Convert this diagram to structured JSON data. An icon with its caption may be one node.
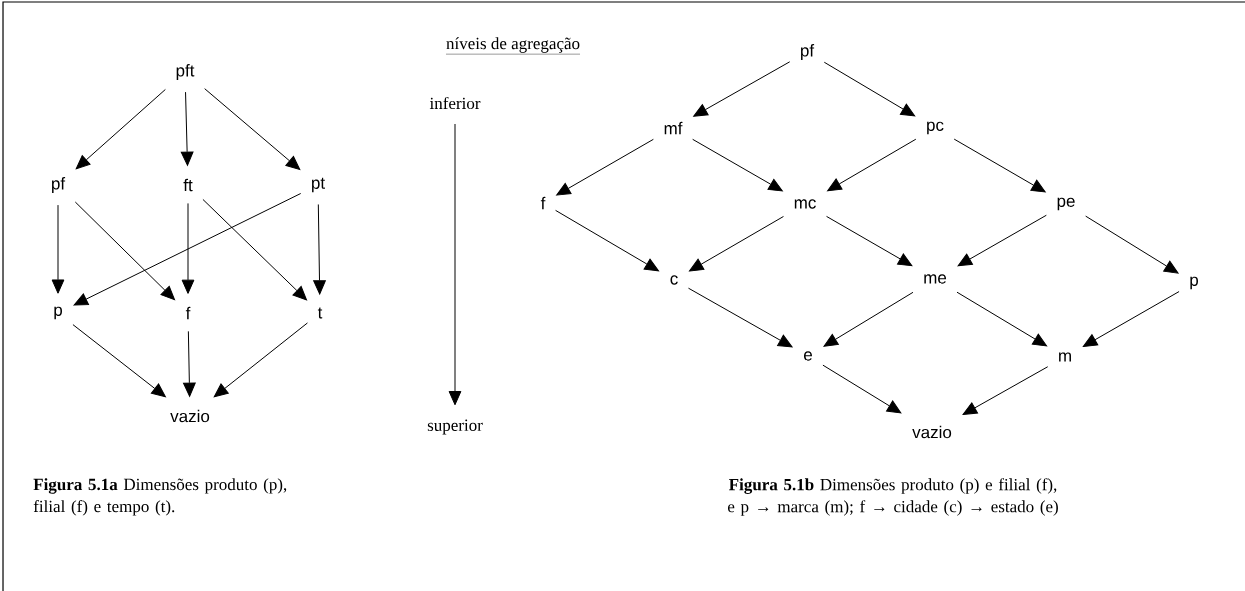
{
  "diagram": {
    "nodes": [
      {
        "text": [
          "pft"
        ]
      },
      {
        "text": [
          "pf"
        ]
      },
      {
        "text": [
          "ft"
        ]
      },
      {
        "text": [
          "pt"
        ]
      },
      {
        "text": [
          "p"
        ]
      },
      {
        "text": [
          "f"
        ]
      },
      {
        "text": [
          "t"
        ]
      },
      {
        "text": [
          "vazio"
        ]
      },
      {
        "text": [
          "pf"
        ]
      },
      {
        "text": [
          "mf"
        ]
      },
      {
        "text": [
          "pc"
        ]
      },
      {
        "text": [
          "f"
        ]
      },
      {
        "text": [
          "mc"
        ]
      },
      {
        "text": [
          "pe"
        ]
      },
      {
        "text": [
          "c"
        ]
      },
      {
        "text": [
          "me"
        ]
      },
      {
        "text": [
          "p"
        ]
      },
      {
        "text": [
          "e"
        ]
      },
      {
        "text": [
          "m"
        ]
      },
      {
        "text": [
          "vazio"
        ]
      }
    ],
    "edges": [
      {
        "from": 0,
        "to": 1,
        "arrow": "to"
      },
      {
        "from": 0,
        "to": 2,
        "arrow": "to"
      },
      {
        "from": 0,
        "to": 3,
        "arrow": "to"
      },
      {
        "from": 1,
        "to": 4,
        "arrow": "to"
      },
      {
        "from": 1,
        "to": 5,
        "arrow": "to"
      },
      {
        "from": 2,
        "to": 5,
        "arrow": "to"
      },
      {
        "from": 2,
        "to": 6,
        "arrow": "to"
      },
      {
        "from": 3,
        "to": 6,
        "arrow": "to"
      },
      {
        "from": 3,
        "to": 4,
        "arrow": "to"
      },
      {
        "from": 4,
        "to": 7,
        "arrow": "to"
      },
      {
        "from": 5,
        "to": 7,
        "arrow": "to"
      },
      {
        "from": 6,
        "to": 7,
        "arrow": "to"
      },
      {
        "from": 8,
        "to": 9,
        "arrow": "to"
      },
      {
        "from": 8,
        "to": 10,
        "arrow": "to"
      },
      {
        "from": 9,
        "to": 11,
        "arrow": "to"
      },
      {
        "from": 9,
        "to": 12,
        "arrow": "to"
      },
      {
        "from": 10,
        "to": 12,
        "arrow": "to"
      },
      {
        "from": 10,
        "to": 13,
        "arrow": "to"
      },
      {
        "from": 11,
        "to": 14,
        "arrow": "to"
      },
      {
        "from": 12,
        "to": 14,
        "arrow": "to"
      },
      {
        "from": 12,
        "to": 15,
        "arrow": "to"
      },
      {
        "from": 13,
        "to": 15,
        "arrow": "to"
      },
      {
        "from": 13,
        "to": 16,
        "arrow": "to"
      },
      {
        "from": 14,
        "to": 17,
        "arrow": "to"
      },
      {
        "from": 15,
        "to": 17,
        "arrow": "to"
      },
      {
        "from": 15,
        "to": 18,
        "arrow": "to"
      },
      {
        "from": 16,
        "to": 18,
        "arrow": "to"
      },
      {
        "from": 17,
        "to": 19,
        "arrow": "to"
      },
      {
        "from": 18,
        "to": 19,
        "arrow": "to"
      }
    ],
    "labels": [
      "níveis de agregação",
      "inferior",
      "superior",
      "**Figura 5.1a** Dimensões produto (p), filial (f) e tempo (t).",
      "**Figura 5.1b** Dimensões produto (p) e filial (f), e p → marca (m); f → cidade (c) → estado (e)"
    ]
  }
}
